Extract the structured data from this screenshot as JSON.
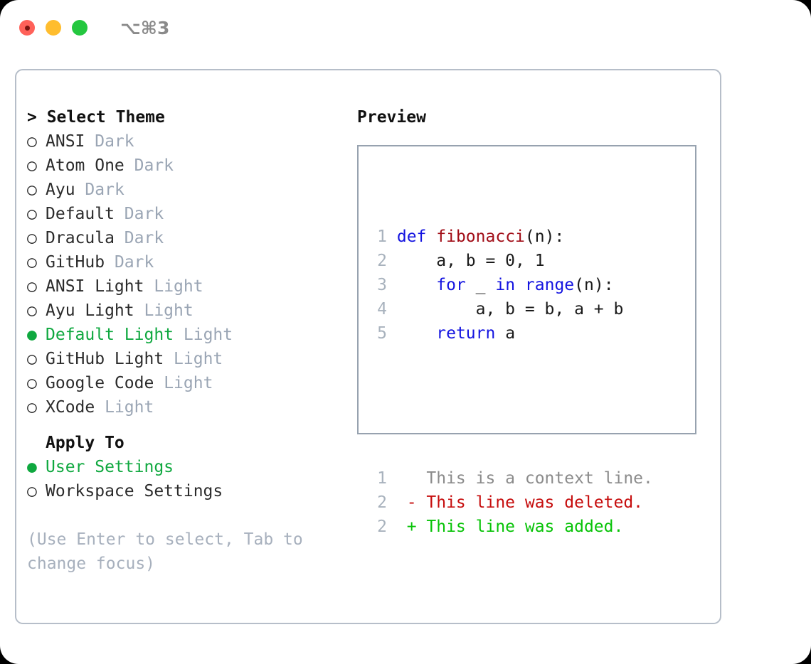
{
  "titlebar": {
    "shortcut": "⌥⌘3",
    "buttons": [
      "close",
      "minimize",
      "maximize"
    ]
  },
  "left_panel": {
    "header": "> Select Theme",
    "marker_selected": "●",
    "marker_unselected": "○",
    "themes": [
      {
        "name": "ANSI",
        "variant": "Dark",
        "selected": false
      },
      {
        "name": "Atom One",
        "variant": "Dark",
        "selected": false
      },
      {
        "name": "Ayu",
        "variant": "Dark",
        "selected": false
      },
      {
        "name": "Default",
        "variant": "Dark",
        "selected": false
      },
      {
        "name": "Dracula",
        "variant": "Dark",
        "selected": false
      },
      {
        "name": "GitHub",
        "variant": "Dark",
        "selected": false
      },
      {
        "name": "ANSI Light",
        "variant": "Light",
        "selected": false
      },
      {
        "name": "Ayu Light",
        "variant": "Light",
        "selected": false
      },
      {
        "name": "Default Light",
        "variant": "Light",
        "selected": true
      },
      {
        "name": "GitHub Light",
        "variant": "Light",
        "selected": false
      },
      {
        "name": "Google Code",
        "variant": "Light",
        "selected": false
      },
      {
        "name": "XCode",
        "variant": "Light",
        "selected": false
      }
    ],
    "apply_to_header": "Apply To",
    "apply_to_options": [
      {
        "name": "User Settings",
        "selected": true
      },
      {
        "name": "Workspace Settings",
        "selected": false
      }
    ],
    "hint": "(Use Enter to select, Tab to change focus)"
  },
  "right_panel": {
    "title": "Preview",
    "code_lines": [
      {
        "num": "1",
        "tokens": [
          {
            "t": " ",
            "c": "txt"
          },
          {
            "t": "def",
            "c": "kw"
          },
          {
            "t": " ",
            "c": "txt"
          },
          {
            "t": "fibonacci",
            "c": "fn"
          },
          {
            "t": "(n):",
            "c": "txt"
          }
        ]
      },
      {
        "num": "2",
        "tokens": [
          {
            "t": "     a, b = 0, 1",
            "c": "txt"
          }
        ]
      },
      {
        "num": "3",
        "tokens": [
          {
            "t": "     ",
            "c": "txt"
          },
          {
            "t": "for",
            "c": "kw"
          },
          {
            "t": " _ ",
            "c": "txt"
          },
          {
            "t": "in",
            "c": "kw"
          },
          {
            "t": " ",
            "c": "txt"
          },
          {
            "t": "range",
            "c": "kw"
          },
          {
            "t": "(n):",
            "c": "txt"
          }
        ]
      },
      {
        "num": "4",
        "tokens": [
          {
            "t": "         a, b = b, a + b",
            "c": "txt"
          }
        ]
      },
      {
        "num": "5",
        "tokens": [
          {
            "t": "     ",
            "c": "txt"
          },
          {
            "t": "return",
            "c": "kw"
          },
          {
            "t": " a",
            "c": "txt"
          }
        ]
      }
    ],
    "diff_lines": [
      {
        "num": "1",
        "prefix": "  ",
        "text": "This is a context line.",
        "kind": "ctx"
      },
      {
        "num": "2",
        "prefix": "- ",
        "text": "This line was deleted.",
        "kind": "del"
      },
      {
        "num": "2",
        "prefix": "+ ",
        "text": "This line was added.",
        "kind": "add"
      }
    ]
  },
  "colors": {
    "accent_green": "#0fa83f",
    "keyword_blue": "#1414e0",
    "function_red": "#a10d17",
    "diff_deleted": "#c60d0d",
    "diff_added": "#07c307",
    "muted_gray": "#9aa5b4",
    "border": "#b6bec9",
    "preview_border": "#97a2af",
    "close_red": "#ff6159",
    "minimize_yellow": "#ffbd2e",
    "maximize_green": "#24c73f"
  }
}
